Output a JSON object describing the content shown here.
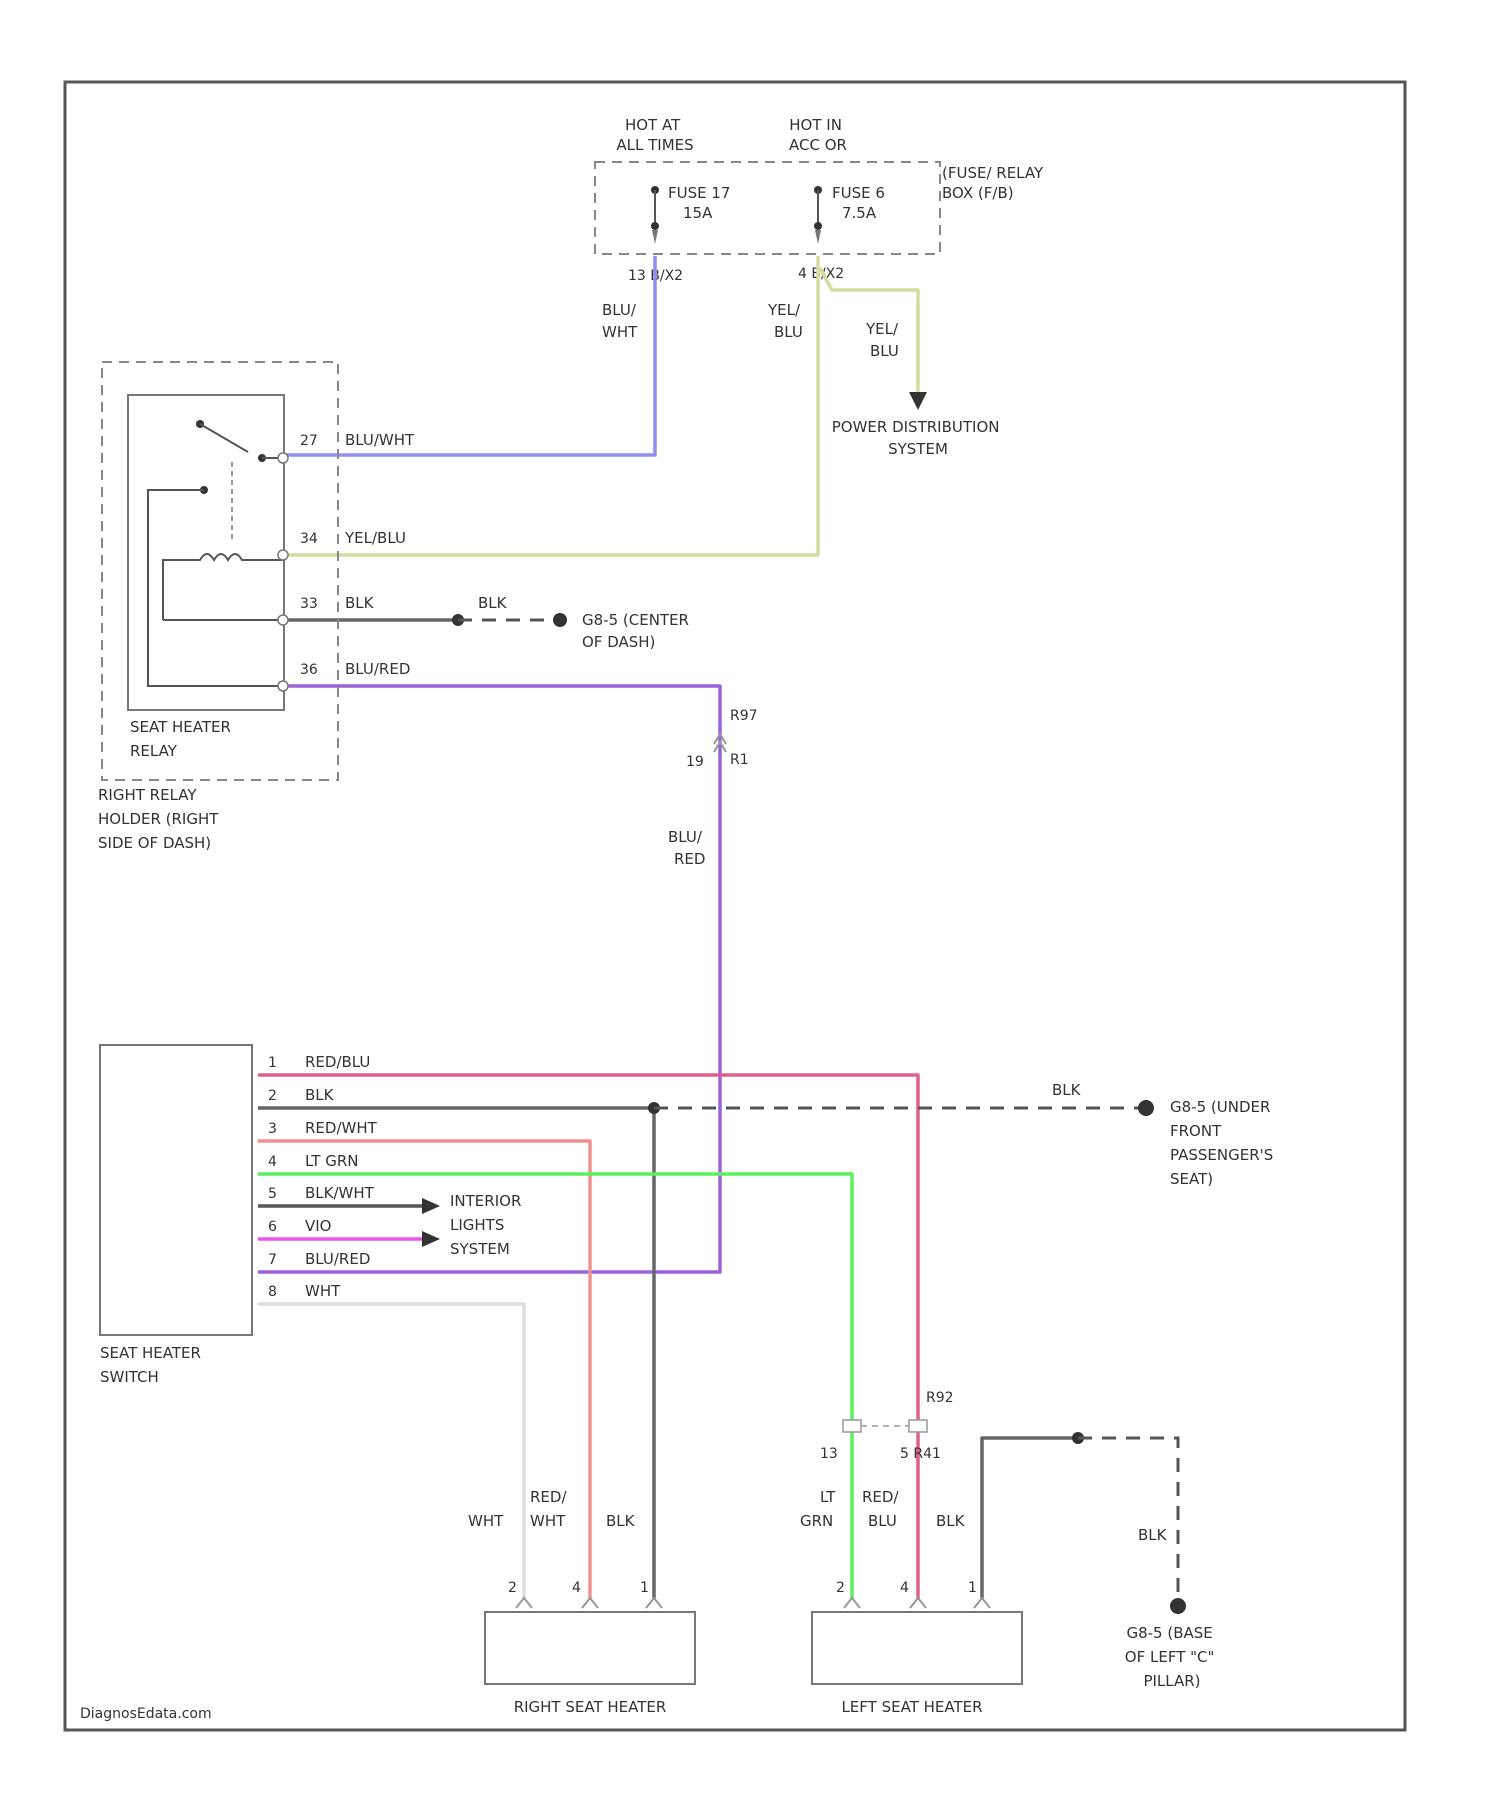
{
  "colors": {
    "blu_wht": "#8f8ff0",
    "yel_blu": "#d6dca0",
    "blk": "#666666",
    "blu_red": "#9a64d8",
    "red_blu": "#e0608c",
    "red_wht": "#f09090",
    "lt_grn": "#5cf05c",
    "vio": "#f050f0",
    "wht": "#dddddd",
    "blk_wht": "#555555"
  },
  "fuse_box": {
    "hot_at_all_times": [
      "HOT AT",
      "ALL TIMES"
    ],
    "hot_in_acc_or": [
      "HOT IN",
      "ACC OR"
    ],
    "name": [
      "(FUSE/ RELAY",
      "BOX (F/B)"
    ],
    "fuse17": [
      "FUSE 17",
      "15A"
    ],
    "fuse6": [
      "FUSE 6",
      "7.5A"
    ],
    "pin_left": "13 B/X2",
    "pin_right": "4 B/X2",
    "wire_left": [
      "BLU/",
      "WHT"
    ],
    "wire_right": [
      "YEL/",
      "BLU"
    ],
    "wire_pds": [
      "YEL/",
      "BLU"
    ],
    "pds": [
      "POWER DISTRIBUTION",
      "SYSTEM"
    ]
  },
  "relay": {
    "name": [
      "SEAT HEATER",
      "RELAY"
    ],
    "holder": [
      "RIGHT RELAY",
      "HOLDER (RIGHT",
      "SIDE OF DASH)"
    ],
    "pins": [
      {
        "num": "27",
        "wire": "BLU/WHT"
      },
      {
        "num": "34",
        "wire": "YEL/BLU"
      },
      {
        "num": "33",
        "wire": "BLK"
      },
      {
        "num": "36",
        "wire": "BLU/RED"
      }
    ],
    "blk_label": "BLK",
    "ground": [
      "G8-5 (CENTER",
      "OF DASH)"
    ]
  },
  "connector_r": {
    "code": "R97",
    "pin": "19",
    "code2": "R1"
  },
  "blu_red_vert": [
    "BLU/",
    "RED"
  ],
  "switch": {
    "name": [
      "SEAT HEATER",
      "SWITCH"
    ],
    "pins": [
      {
        "num": "1",
        "wire": "RED/BLU"
      },
      {
        "num": "2",
        "wire": "BLK"
      },
      {
        "num": "3",
        "wire": "RED/WHT"
      },
      {
        "num": "4",
        "wire": "LT GRN"
      },
      {
        "num": "5",
        "wire": "BLK/WHT"
      },
      {
        "num": "6",
        "wire": "VIO"
      },
      {
        "num": "7",
        "wire": "BLU/RED"
      },
      {
        "num": "8",
        "wire": "WHT"
      }
    ],
    "interior": [
      "INTERIOR",
      "LIGHTS",
      "SYSTEM"
    ]
  },
  "ground_front": {
    "wire": "BLK",
    "label": [
      "G8-5 (UNDER",
      "FRONT",
      "PASSENGER'S",
      "SEAT)"
    ]
  },
  "right_heater": {
    "name": "RIGHT SEAT HEATER",
    "wire_wht": "WHT",
    "wire_redwht": [
      "RED/",
      "WHT"
    ],
    "wire_blk": "BLK",
    "pin_a": "2",
    "pin_b": "4",
    "pin_c": "1"
  },
  "left_heater": {
    "name": "LEFT SEAT HEATER",
    "wire_ltgrn": [
      "LT",
      "GRN"
    ],
    "wire_redblu": [
      "RED/",
      "BLU"
    ],
    "wire_blk": "BLK",
    "pin_a": "2",
    "pin_b": "4",
    "pin_c": "1",
    "conn_top": "R92",
    "conn_l": "13",
    "conn_r": "5 R41"
  },
  "ground_rear": {
    "wire": "BLK",
    "label": [
      "G8-5 (BASE",
      "OF LEFT \"C\"",
      "PILLAR)"
    ]
  },
  "watermark": "DiagnosEdata.com"
}
